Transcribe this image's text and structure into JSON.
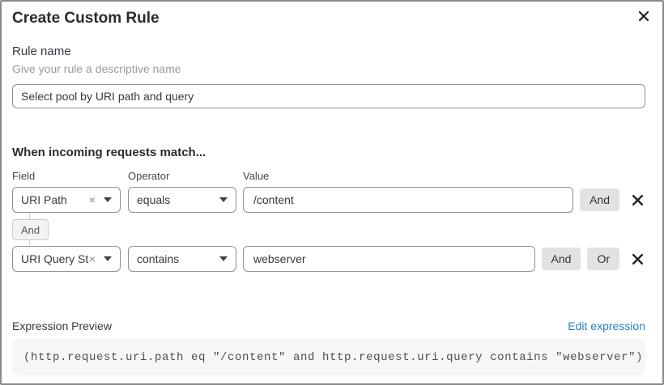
{
  "dialog": {
    "title": "Create Custom Rule"
  },
  "rule_name": {
    "label": "Rule name",
    "hint": "Give your rule a descriptive name",
    "value": "Select pool by URI path and query"
  },
  "match": {
    "heading": "When incoming requests match...",
    "columns": {
      "field": "Field",
      "operator": "Operator",
      "value": "Value"
    },
    "rows": [
      {
        "field": "URI Path",
        "operator": "equals",
        "value": "/content",
        "and_label": "And"
      },
      {
        "field": "URI Query St...",
        "operator": "contains",
        "value": "webserver",
        "and_label": "And",
        "or_label": "Or"
      }
    ],
    "connector_label": "And",
    "clear_glyph": "×"
  },
  "expression": {
    "label": "Expression Preview",
    "edit_link": "Edit expression",
    "code": "(http.request.uri.path eq \"/content\" and http.request.uri.query contains \"webserver\")"
  },
  "colors": {
    "link_blue": "#2680C2",
    "button_gray": "#e2e2e2",
    "border_gray": "#8f8f8f"
  }
}
